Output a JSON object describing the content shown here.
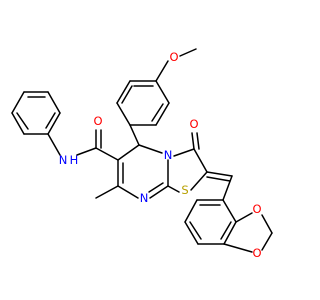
{
  "atom_labels": {
    "o_methoxy": "O",
    "o_carbonyl": "O",
    "n_ring": "N",
    "s_ring": "S",
    "n_imine": "N",
    "amide_n": "N",
    "amide_h": "H",
    "amide_o": "O",
    "o_diox_top": "O",
    "o_diox_bottom": "O"
  },
  "colors": {
    "oxygen": "#ff0000",
    "nitrogen": "#0000ff",
    "sulfur": "#b8a000",
    "carbon": "#000000"
  }
}
